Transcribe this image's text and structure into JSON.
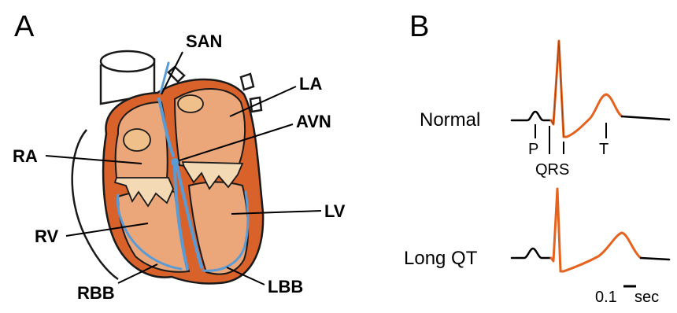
{
  "panels": {
    "a": {
      "letter": "A"
    },
    "b": {
      "letter": "B"
    }
  },
  "heart": {
    "labels": {
      "san": "SAN",
      "la": "LA",
      "avn": "AVN",
      "ra": "RA",
      "lv": "LV",
      "rv": "RV",
      "rbb": "RBB",
      "lbb": "LBB"
    },
    "colors": {
      "myocardium": "#d9622b",
      "chamber": "#eba77a",
      "conduction": "#5b9bd5",
      "outline": "#1a1a1a"
    }
  },
  "ecg": {
    "rows": {
      "normal": "Normal",
      "long_qt": "Long QT"
    },
    "waves": {
      "p": "P",
      "qrs": "QRS",
      "t": "T"
    },
    "scale_bar": {
      "value": "0.1",
      "unit": "sec"
    },
    "colors": {
      "baseline": "#000000",
      "depolarization": "#e5631f"
    }
  }
}
